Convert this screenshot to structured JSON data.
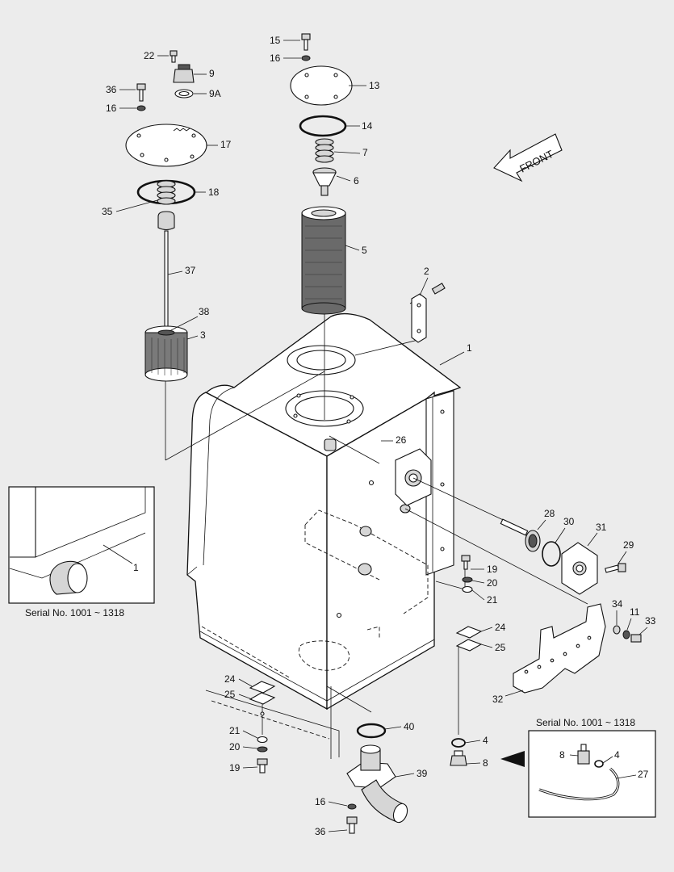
{
  "direction_label": "FRONT",
  "inset_left_caption": "Serial No. 1001 ~ 1318",
  "inset_right_caption": "Serial No. 1001 ~ 1318",
  "callouts": [
    {
      "id": "c15",
      "label": "15"
    },
    {
      "id": "c16a",
      "label": "16"
    },
    {
      "id": "c13",
      "label": "13"
    },
    {
      "id": "c14",
      "label": "14"
    },
    {
      "id": "c7",
      "label": "7"
    },
    {
      "id": "c6",
      "label": "6"
    },
    {
      "id": "c5",
      "label": "5"
    },
    {
      "id": "c22",
      "label": "22"
    },
    {
      "id": "c9",
      "label": "9"
    },
    {
      "id": "c9a",
      "label": "9A"
    },
    {
      "id": "c36a",
      "label": "36"
    },
    {
      "id": "c16b",
      "label": "16"
    },
    {
      "id": "c17",
      "label": "17"
    },
    {
      "id": "c18",
      "label": "18"
    },
    {
      "id": "c35",
      "label": "35"
    },
    {
      "id": "c37",
      "label": "37"
    },
    {
      "id": "c38",
      "label": "38"
    },
    {
      "id": "c3",
      "label": "3"
    },
    {
      "id": "c2",
      "label": "2"
    },
    {
      "id": "c1a",
      "label": "1"
    },
    {
      "id": "c26",
      "label": "26"
    },
    {
      "id": "c1b",
      "label": "1"
    },
    {
      "id": "c28",
      "label": "28"
    },
    {
      "id": "c30",
      "label": "30"
    },
    {
      "id": "c31",
      "label": "31"
    },
    {
      "id": "c29",
      "label": "29"
    },
    {
      "id": "c19a",
      "label": "19"
    },
    {
      "id": "c20a",
      "label": "20"
    },
    {
      "id": "c21a",
      "label": "21"
    },
    {
      "id": "c24a",
      "label": "24"
    },
    {
      "id": "c25a",
      "label": "25"
    },
    {
      "id": "c34",
      "label": "34"
    },
    {
      "id": "c11",
      "label": "11"
    },
    {
      "id": "c33",
      "label": "33"
    },
    {
      "id": "c32",
      "label": "32"
    },
    {
      "id": "c24b",
      "label": "24"
    },
    {
      "id": "c25b",
      "label": "25"
    },
    {
      "id": "c21b",
      "label": "21"
    },
    {
      "id": "c20b",
      "label": "20"
    },
    {
      "id": "c19b",
      "label": "19"
    },
    {
      "id": "c40",
      "label": "40"
    },
    {
      "id": "c39",
      "label": "39"
    },
    {
      "id": "c16c",
      "label": "16"
    },
    {
      "id": "c36b",
      "label": "36"
    },
    {
      "id": "c4a",
      "label": "4"
    },
    {
      "id": "c8a",
      "label": "8"
    },
    {
      "id": "c8b",
      "label": "8"
    },
    {
      "id": "c4b",
      "label": "4"
    },
    {
      "id": "c27",
      "label": "27"
    }
  ]
}
